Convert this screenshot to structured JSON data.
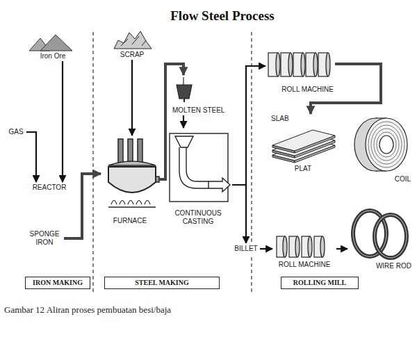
{
  "diagram": {
    "title": "Flow Steel Process",
    "caption": "Gambar 12 Aliran proses pembuatan besi/baja",
    "nodes": [
      {
        "text": [
          "Iron Ore"
        ]
      },
      {
        "text": [
          "SCRAP"
        ]
      },
      {
        "text": [
          "ROLL MACHINE"
        ]
      },
      {
        "text": [
          "MOLTEN STEEL"
        ]
      },
      {
        "text": [
          "GAS"
        ]
      },
      {
        "text": [
          "SLAB",
          "PLAT"
        ]
      },
      {
        "text": [
          "COIL"
        ]
      },
      {
        "text": [
          "FURNACE"
        ]
      },
      {
        "text": [
          "REACTOR"
        ]
      },
      {
        "text": [
          "CONTINUOUS CASTING"
        ]
      },
      {
        "text": [
          "SPONGE IRON"
        ]
      },
      {
        "text": [
          "WIRE ROD"
        ]
      },
      {
        "text": [
          "BILLET"
        ]
      },
      {
        "text": [
          "ROLL MACHINE"
        ]
      },
      {
        "text": [
          "IRON MAKING"
        ]
      },
      {
        "text": [
          "STEEL MAKING"
        ]
      },
      {
        "text": [
          "ROLLING MILL"
        ]
      }
    ],
    "edges": [
      {
        "from": 0,
        "to": 8,
        "arrow": "to"
      },
      {
        "from": 4,
        "to": 8,
        "arrow": "to"
      },
      {
        "from": 1,
        "to": 7,
        "arrow": "to"
      },
      {
        "from": 10,
        "to": 7,
        "arrow": "to"
      },
      {
        "from": 7,
        "to": 3,
        "arrow": "to"
      },
      {
        "from": 3,
        "to": 9,
        "arrow": "to"
      },
      {
        "from": 9,
        "to": 2,
        "arrow": "to"
      },
      {
        "from": 9,
        "to": 12,
        "arrow": "to"
      },
      {
        "from": 2,
        "to": 5,
        "arrow": "to"
      },
      {
        "from": 12,
        "to": 13,
        "arrow": "to"
      },
      {
        "from": 13,
        "to": 11,
        "arrow": "to"
      }
    ]
  }
}
